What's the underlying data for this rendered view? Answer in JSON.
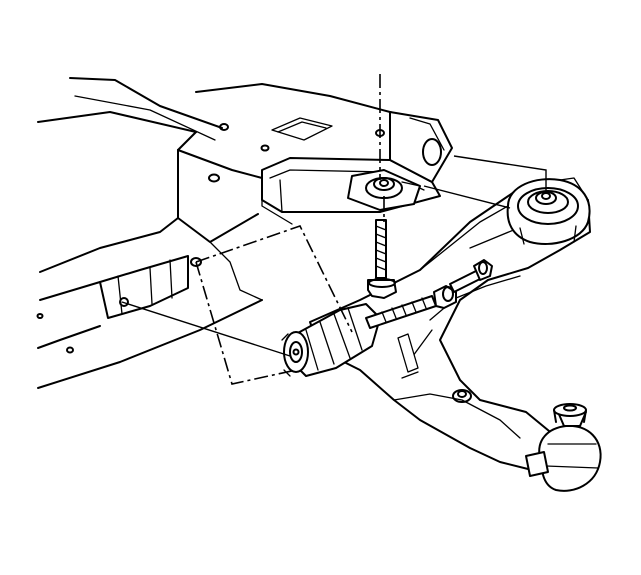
{
  "diagram": {
    "type": "exploded-assembly-illustration",
    "components": [
      {
        "name": "front-suspension-crossmember"
      },
      {
        "name": "lower-control-arm"
      },
      {
        "name": "front-bushing"
      },
      {
        "name": "rear-bushing"
      },
      {
        "name": "vertical-mounting-bolt"
      },
      {
        "name": "horizontal-mounting-bolt"
      },
      {
        "name": "ball-joint"
      }
    ],
    "colors": {
      "line": "#000000",
      "background": "#ffffff"
    }
  }
}
